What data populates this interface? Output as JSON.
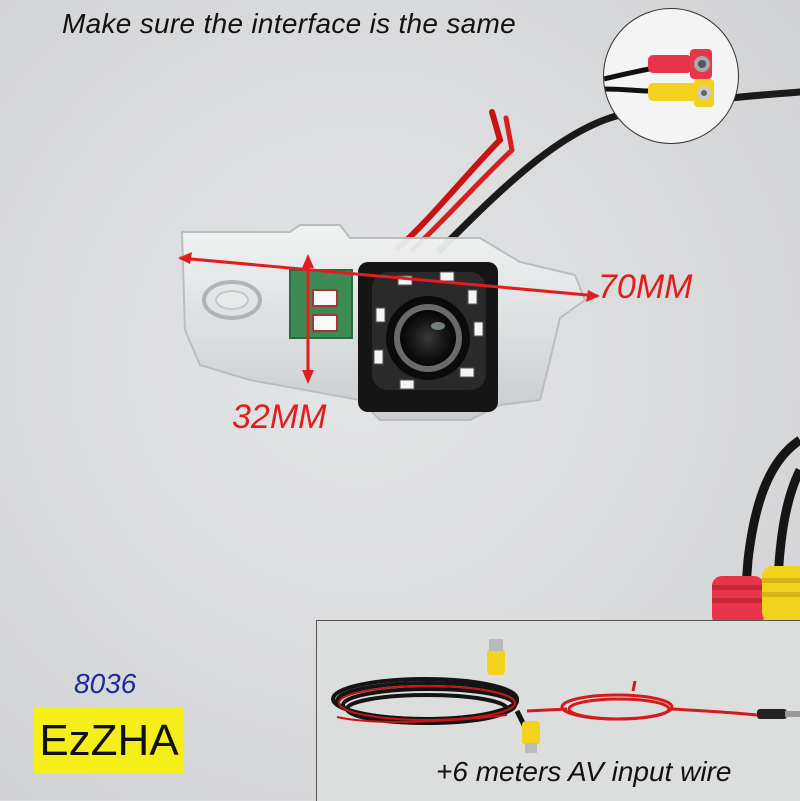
{
  "headline": "Make sure the interface is the same",
  "dimensions": {
    "width_label": "70MM",
    "height_label": "32MM"
  },
  "model_number": "8036",
  "brand": "EzZHA",
  "wire_caption": "+6 meters AV input wire",
  "colors": {
    "dimension_red": "#e21d1d",
    "model_blue": "#1d2a9a",
    "brand_yellow": "#f4ef18",
    "rca_red": "#e8354a",
    "rca_yellow": "#f2d21c"
  },
  "icons": [
    "camera-lens-icon",
    "rca-connector-icon",
    "dc-plug-icon"
  ]
}
